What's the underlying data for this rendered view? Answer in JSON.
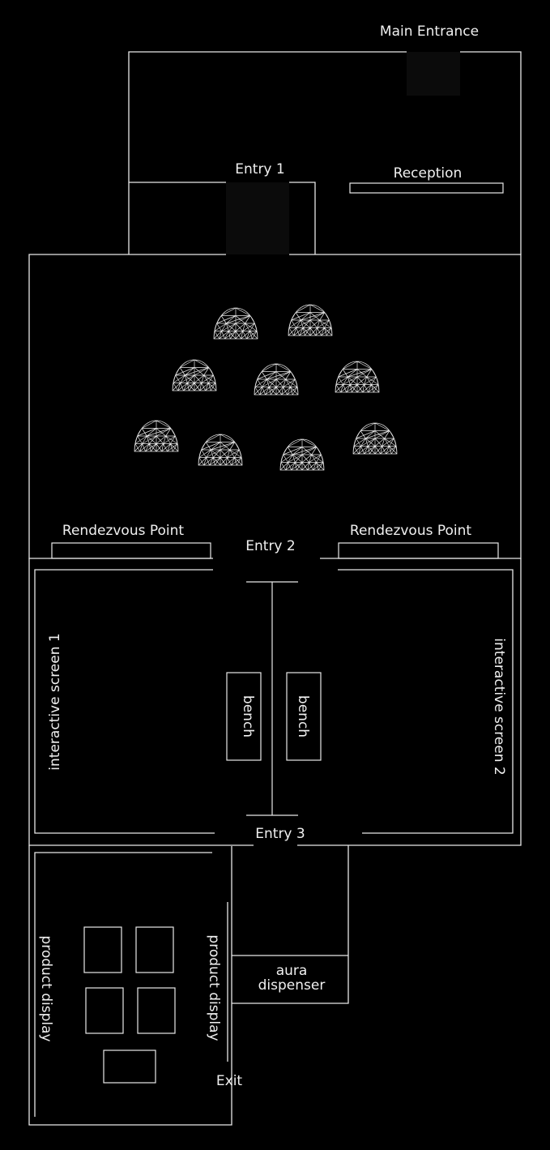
{
  "colors": {
    "background": "#000000",
    "line": "#e8e8e8",
    "text": "#f0f0f0"
  },
  "labels": {
    "main_entrance": "Main Entrance",
    "entry_1": "Entry 1",
    "reception": "Reception",
    "rendezvous_left": "Rendezvous Point",
    "rendezvous_right": "Rendezvous Point",
    "entry_2": "Entry 2",
    "screen_1": "interactive screen 1",
    "screen_2": "interactive screen 2",
    "bench_left": "bench",
    "bench_right": "bench",
    "entry_3": "Entry 3",
    "product_display_left": "product display",
    "product_display_right": "product display",
    "aura_line1": "aura",
    "aura_line2": "dispenser",
    "exit": "Exit"
  },
  "dome_count": 9
}
